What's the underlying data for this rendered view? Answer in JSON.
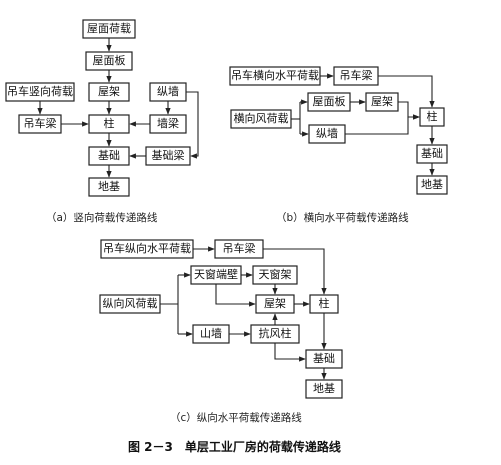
{
  "diagram_a": {
    "caption": "（a）竖向荷载传递路线",
    "nodes": {
      "roof_load": "屋面荷载",
      "roof_panel": "屋面板",
      "crane_vertical_load": "吊车竖向荷载",
      "roof_truss": "屋架",
      "longitudinal_wall": "纵墙",
      "crane_beam": "吊车梁",
      "column": "柱",
      "wall_beam": "墙梁",
      "foundation": "基础",
      "foundation_beam": "基础梁",
      "subgrade": "地基"
    }
  },
  "diagram_b": {
    "caption": "（b）横向水平荷载传递路线",
    "nodes": {
      "crane_transverse_load": "吊车横向水平荷载",
      "crane_beam": "吊车梁",
      "transverse_wind_load": "横向风荷载",
      "roof_panel": "屋面板",
      "roof_truss": "屋架",
      "longitudinal_wall": "纵墙",
      "column": "柱",
      "foundation": "基础",
      "subgrade": "地基"
    }
  },
  "diagram_c": {
    "caption": "（c）纵向水平荷载传递路线",
    "nodes": {
      "crane_longitudinal_load": "吊车纵向水平荷载",
      "crane_beam": "吊车梁",
      "skylight_end_wall": "天窗端壁",
      "skylight_frame": "天窗架",
      "longitudinal_wind_load": "纵向风荷载",
      "roof_truss": "屋架",
      "column": "柱",
      "gable_wall": "山墙",
      "wind_column": "抗风柱",
      "foundation": "基础",
      "subgrade": "地基"
    }
  },
  "figure_title": "图 2－3　单层工业厂房的荷载传递路线"
}
